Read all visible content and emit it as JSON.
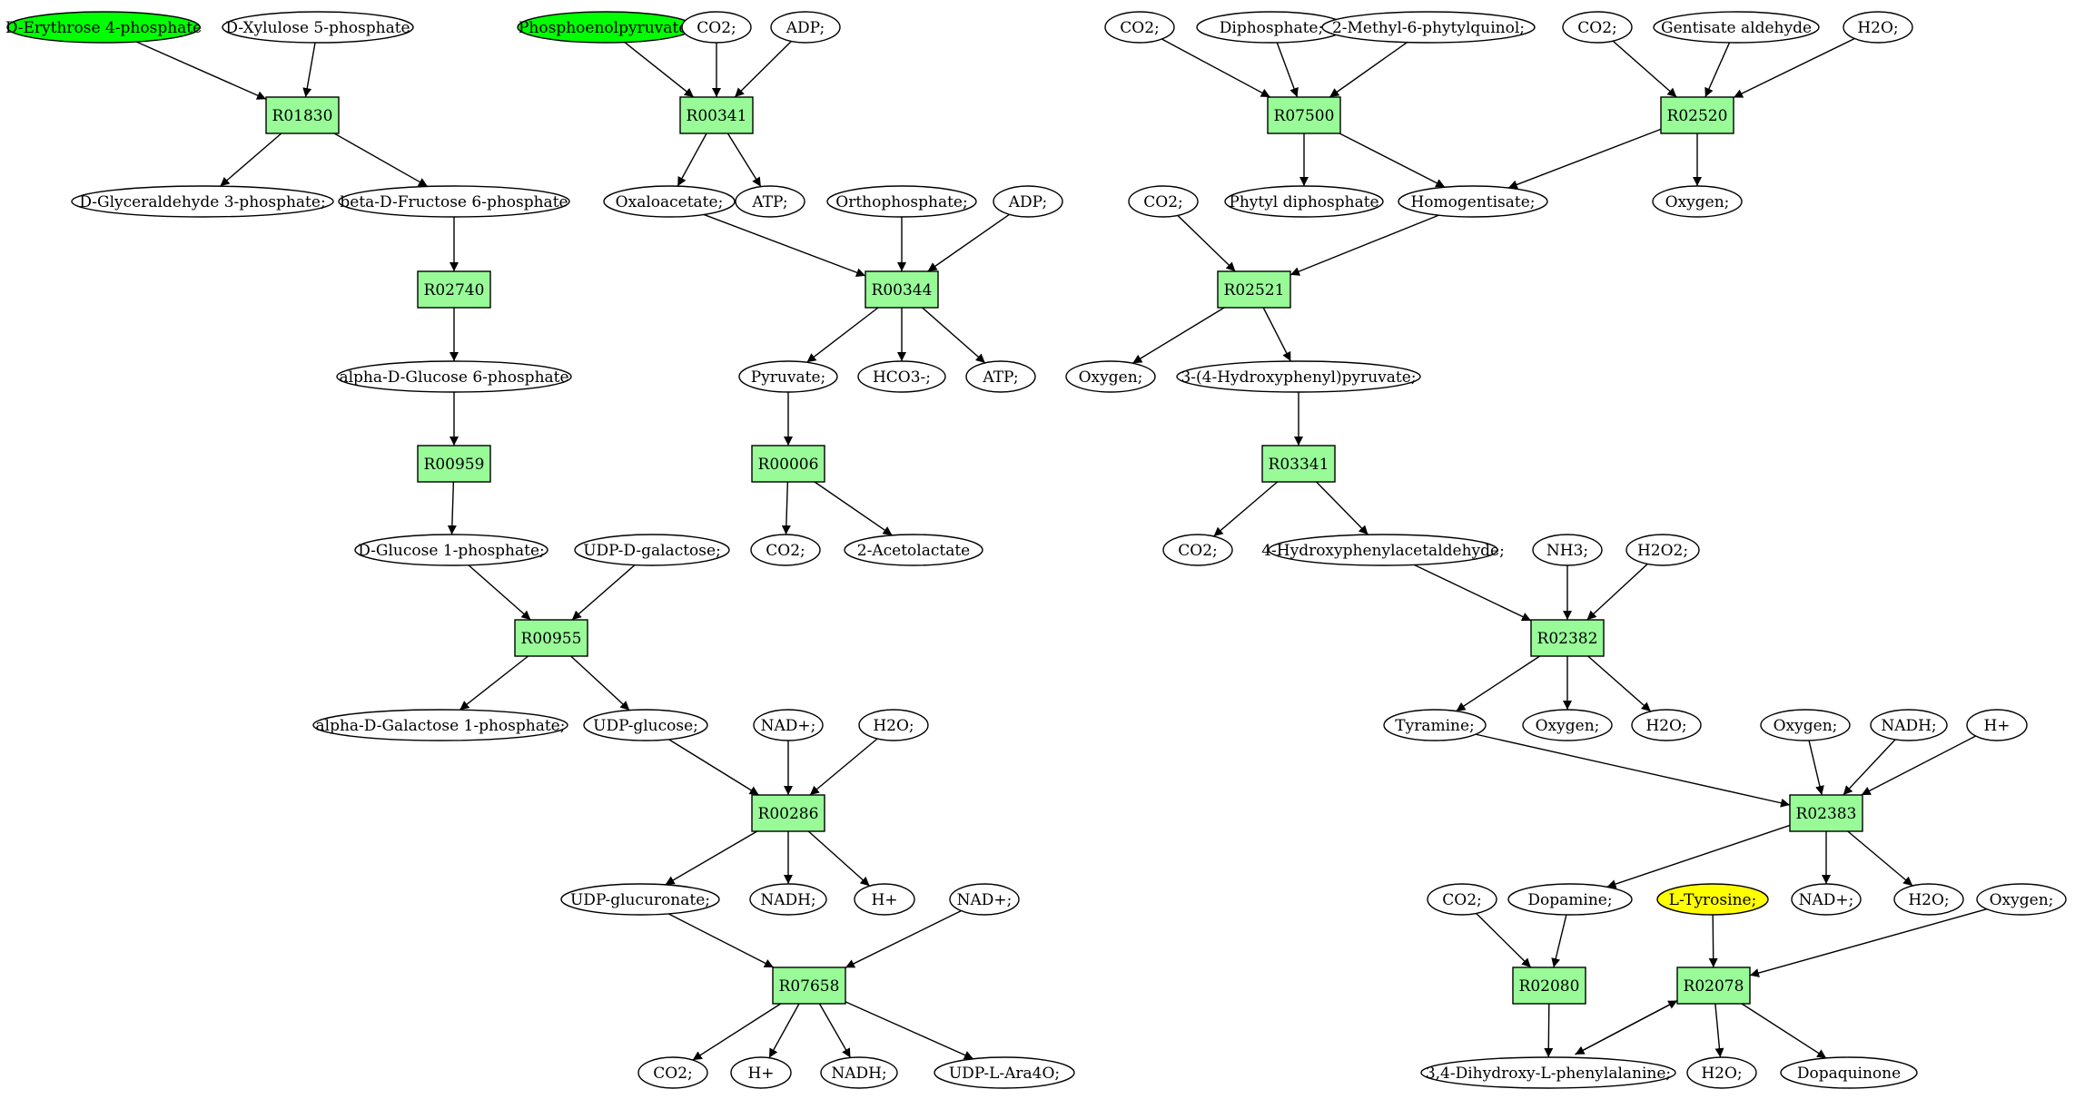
{
  "colors": {
    "reaction_fill": "#98fb98",
    "start_compound_fill": "#00ff00",
    "target_compound_fill": "#ffff00",
    "compound_fill": "#ffffff"
  },
  "nodes": [
    {
      "id": "c_e4p",
      "label": "D-Erythrose 4-phosphate",
      "kind": "compound",
      "highlight": "green"
    },
    {
      "id": "c_x5p",
      "label": "D-Xylulose 5-phosphate",
      "kind": "compound"
    },
    {
      "id": "r_R01830",
      "label": "R01830",
      "kind": "reaction"
    },
    {
      "id": "c_g3p",
      "label": "D-Glyceraldehyde 3-phosphate;",
      "kind": "compound"
    },
    {
      "id": "c_f6p",
      "label": "beta-D-Fructose 6-phosphate",
      "kind": "compound"
    },
    {
      "id": "r_R02740",
      "label": "R02740",
      "kind": "reaction"
    },
    {
      "id": "c_g6p",
      "label": "alpha-D-Glucose 6-phosphate",
      "kind": "compound"
    },
    {
      "id": "r_R00959",
      "label": "R00959",
      "kind": "reaction"
    },
    {
      "id": "c_g1p",
      "label": "D-Glucose 1-phosphate;",
      "kind": "compound"
    },
    {
      "id": "c_udpgal",
      "label": "UDP-D-galactose;",
      "kind": "compound"
    },
    {
      "id": "r_R00955",
      "label": "R00955",
      "kind": "reaction"
    },
    {
      "id": "c_gal1p",
      "label": "alpha-D-Galactose 1-phosphate;",
      "kind": "compound"
    },
    {
      "id": "c_udpglc",
      "label": "UDP-glucose;",
      "kind": "compound"
    },
    {
      "id": "c_nad1",
      "label": "NAD+;",
      "kind": "compound"
    },
    {
      "id": "c_h2o1",
      "label": "H2O;",
      "kind": "compound"
    },
    {
      "id": "r_R00286",
      "label": "R00286",
      "kind": "reaction"
    },
    {
      "id": "c_udpgluc",
      "label": "UDP-glucuronate;",
      "kind": "compound"
    },
    {
      "id": "c_nadh1",
      "label": "NADH;",
      "kind": "compound"
    },
    {
      "id": "c_h1",
      "label": "H+",
      "kind": "compound"
    },
    {
      "id": "c_nad2",
      "label": "NAD+;",
      "kind": "compound"
    },
    {
      "id": "r_R07658",
      "label": "R07658",
      "kind": "reaction"
    },
    {
      "id": "c_co2_a",
      "label": "CO2;",
      "kind": "compound"
    },
    {
      "id": "c_h2",
      "label": "H+",
      "kind": "compound"
    },
    {
      "id": "c_nadh2",
      "label": "NADH;",
      "kind": "compound"
    },
    {
      "id": "c_udpara",
      "label": "UDP-L-Ara4O;",
      "kind": "compound"
    },
    {
      "id": "c_pep",
      "label": "Phosphoenolpyruvate;",
      "kind": "compound",
      "highlight": "green"
    },
    {
      "id": "c_co2_b",
      "label": "CO2;",
      "kind": "compound"
    },
    {
      "id": "c_adp1",
      "label": "ADP;",
      "kind": "compound"
    },
    {
      "id": "r_R00341",
      "label": "R00341",
      "kind": "reaction"
    },
    {
      "id": "c_oaa",
      "label": "Oxaloacetate;",
      "kind": "compound"
    },
    {
      "id": "c_atp1",
      "label": "ATP;",
      "kind": "compound"
    },
    {
      "id": "c_pi",
      "label": "Orthophosphate;",
      "kind": "compound"
    },
    {
      "id": "c_adp2",
      "label": "ADP;",
      "kind": "compound"
    },
    {
      "id": "r_R00344",
      "label": "R00344",
      "kind": "reaction"
    },
    {
      "id": "c_pyr",
      "label": "Pyruvate;",
      "kind": "compound"
    },
    {
      "id": "c_hco3",
      "label": "HCO3-;",
      "kind": "compound"
    },
    {
      "id": "c_atp2",
      "label": "ATP;",
      "kind": "compound"
    },
    {
      "id": "r_R00006",
      "label": "R00006",
      "kind": "reaction"
    },
    {
      "id": "c_co2_c",
      "label": "CO2;",
      "kind": "compound"
    },
    {
      "id": "c_acl",
      "label": "2-Acetolactate",
      "kind": "compound"
    },
    {
      "id": "c_co2_d",
      "label": "CO2;",
      "kind": "compound"
    },
    {
      "id": "c_ppi",
      "label": "Diphosphate;",
      "kind": "compound"
    },
    {
      "id": "c_mpq",
      "label": "2-Methyl-6-phytylquinol;",
      "kind": "compound"
    },
    {
      "id": "r_R07500",
      "label": "R07500",
      "kind": "reaction"
    },
    {
      "id": "c_phytpp",
      "label": "Phytyl diphosphate",
      "kind": "compound"
    },
    {
      "id": "c_hga",
      "label": "Homogentisate;",
      "kind": "compound"
    },
    {
      "id": "c_co2_e",
      "label": "CO2;",
      "kind": "compound"
    },
    {
      "id": "c_gald",
      "label": "Gentisate aldehyde",
      "kind": "compound"
    },
    {
      "id": "c_h2o2",
      "label": "H2O;",
      "kind": "compound"
    },
    {
      "id": "r_R02520",
      "label": "R02520",
      "kind": "reaction"
    },
    {
      "id": "c_o2_a",
      "label": "Oxygen;",
      "kind": "compound"
    },
    {
      "id": "c_co2_f",
      "label": "CO2;",
      "kind": "compound"
    },
    {
      "id": "r_R02521",
      "label": "R02521",
      "kind": "reaction"
    },
    {
      "id": "c_o2_b",
      "label": "Oxygen;",
      "kind": "compound"
    },
    {
      "id": "c_hpp",
      "label": "3-(4-Hydroxyphenyl)pyruvate;",
      "kind": "compound"
    },
    {
      "id": "r_R03341",
      "label": "R03341",
      "kind": "reaction"
    },
    {
      "id": "c_co2_g",
      "label": "CO2;",
      "kind": "compound"
    },
    {
      "id": "c_hpaa",
      "label": "4-Hydroxyphenylacetaldehyde;",
      "kind": "compound"
    },
    {
      "id": "c_nh3",
      "label": "NH3;",
      "kind": "compound"
    },
    {
      "id": "c_h2o2b",
      "label": "H2O2;",
      "kind": "compound"
    },
    {
      "id": "r_R02382",
      "label": "R02382",
      "kind": "reaction"
    },
    {
      "id": "c_tyra",
      "label": "Tyramine;",
      "kind": "compound"
    },
    {
      "id": "c_o2_c",
      "label": "Oxygen;",
      "kind": "compound"
    },
    {
      "id": "c_h2o3",
      "label": "H2O;",
      "kind": "compound"
    },
    {
      "id": "c_o2_d",
      "label": "Oxygen;",
      "kind": "compound"
    },
    {
      "id": "c_nadh3",
      "label": "NADH;",
      "kind": "compound"
    },
    {
      "id": "c_h3",
      "label": "H+",
      "kind": "compound"
    },
    {
      "id": "r_R02383",
      "label": "R02383",
      "kind": "reaction"
    },
    {
      "id": "c_dopa_mine",
      "label": "Dopamine;",
      "kind": "compound"
    },
    {
      "id": "c_nad3",
      "label": "NAD+;",
      "kind": "compound"
    },
    {
      "id": "c_h2o4",
      "label": "H2O;",
      "kind": "compound"
    },
    {
      "id": "c_co2_h",
      "label": "CO2;",
      "kind": "compound"
    },
    {
      "id": "c_tyr",
      "label": "L-Tyrosine;",
      "kind": "compound",
      "highlight": "yellow"
    },
    {
      "id": "c_o2_e",
      "label": "Oxygen;",
      "kind": "compound"
    },
    {
      "id": "r_R02080",
      "label": "R02080",
      "kind": "reaction"
    },
    {
      "id": "r_R02078",
      "label": "R02078",
      "kind": "reaction"
    },
    {
      "id": "c_ldopa",
      "label": "3,4-Dihydroxy-L-phenylalanine;",
      "kind": "compound"
    },
    {
      "id": "c_h2o5",
      "label": "H2O;",
      "kind": "compound"
    },
    {
      "id": "c_dq",
      "label": "Dopaquinone",
      "kind": "compound"
    }
  ],
  "edges": [
    [
      "c_e4p",
      "r_R01830"
    ],
    [
      "c_x5p",
      "r_R01830"
    ],
    [
      "r_R01830",
      "c_g3p"
    ],
    [
      "r_R01830",
      "c_f6p"
    ],
    [
      "c_f6p",
      "r_R02740"
    ],
    [
      "r_R02740",
      "c_g6p"
    ],
    [
      "c_g6p",
      "r_R00959"
    ],
    [
      "r_R00959",
      "c_g1p"
    ],
    [
      "c_g1p",
      "r_R00955"
    ],
    [
      "c_udpgal",
      "r_R00955"
    ],
    [
      "r_R00955",
      "c_gal1p"
    ],
    [
      "r_R00955",
      "c_udpglc"
    ],
    [
      "c_udpglc",
      "r_R00286"
    ],
    [
      "c_nad1",
      "r_R00286"
    ],
    [
      "c_h2o1",
      "r_R00286"
    ],
    [
      "r_R00286",
      "c_udpgluc"
    ],
    [
      "r_R00286",
      "c_nadh1"
    ],
    [
      "r_R00286",
      "c_h1"
    ],
    [
      "c_udpgluc",
      "r_R07658"
    ],
    [
      "c_nad2",
      "r_R07658"
    ],
    [
      "r_R07658",
      "c_co2_a"
    ],
    [
      "r_R07658",
      "c_h2"
    ],
    [
      "r_R07658",
      "c_nadh2"
    ],
    [
      "r_R07658",
      "c_udpara"
    ],
    [
      "c_pep",
      "r_R00341"
    ],
    [
      "c_co2_b",
      "r_R00341"
    ],
    [
      "c_adp1",
      "r_R00341"
    ],
    [
      "r_R00341",
      "c_oaa"
    ],
    [
      "r_R00341",
      "c_atp1"
    ],
    [
      "c_oaa",
      "r_R00344"
    ],
    [
      "c_pi",
      "r_R00344"
    ],
    [
      "c_adp2",
      "r_R00344"
    ],
    [
      "r_R00344",
      "c_pyr"
    ],
    [
      "r_R00344",
      "c_hco3"
    ],
    [
      "r_R00344",
      "c_atp2"
    ],
    [
      "c_pyr",
      "r_R00006"
    ],
    [
      "r_R00006",
      "c_co2_c"
    ],
    [
      "r_R00006",
      "c_acl"
    ],
    [
      "c_co2_d",
      "r_R07500"
    ],
    [
      "c_ppi",
      "r_R07500"
    ],
    [
      "c_mpq",
      "r_R07500"
    ],
    [
      "r_R07500",
      "c_phytpp"
    ],
    [
      "r_R07500",
      "c_hga"
    ],
    [
      "c_co2_e",
      "r_R02520"
    ],
    [
      "c_gald",
      "r_R02520"
    ],
    [
      "c_h2o2",
      "r_R02520"
    ],
    [
      "r_R02520",
      "c_hga"
    ],
    [
      "r_R02520",
      "c_o2_a"
    ],
    [
      "c_co2_f",
      "r_R02521"
    ],
    [
      "c_hga",
      "r_R02521"
    ],
    [
      "r_R02521",
      "c_o2_b"
    ],
    [
      "r_R02521",
      "c_hpp"
    ],
    [
      "c_hpp",
      "r_R03341"
    ],
    [
      "r_R03341",
      "c_co2_g"
    ],
    [
      "r_R03341",
      "c_hpaa"
    ],
    [
      "c_hpaa",
      "r_R02382"
    ],
    [
      "c_nh3",
      "r_R02382"
    ],
    [
      "c_h2o2b",
      "r_R02382"
    ],
    [
      "r_R02382",
      "c_tyra"
    ],
    [
      "r_R02382",
      "c_o2_c"
    ],
    [
      "r_R02382",
      "c_h2o3"
    ],
    [
      "c_tyra",
      "r_R02383"
    ],
    [
      "c_o2_d",
      "r_R02383"
    ],
    [
      "c_nadh3",
      "r_R02383"
    ],
    [
      "c_h3",
      "r_R02383"
    ],
    [
      "r_R02383",
      "c_dopa_mine"
    ],
    [
      "r_R02383",
      "c_nad3"
    ],
    [
      "r_R02383",
      "c_h2o4"
    ],
    [
      "c_co2_h",
      "r_R02080"
    ],
    [
      "c_dopa_mine",
      "r_R02080"
    ],
    [
      "r_R02080",
      "c_ldopa"
    ],
    [
      "c_tyr",
      "r_R02078"
    ],
    [
      "c_o2_e",
      "r_R02078"
    ],
    [
      "c_ldopa",
      "r_R02078"
    ],
    [
      "r_R02078",
      "c_ldopa"
    ],
    [
      "r_R02078",
      "c_h2o5"
    ],
    [
      "r_R02078",
      "c_dq"
    ]
  ]
}
